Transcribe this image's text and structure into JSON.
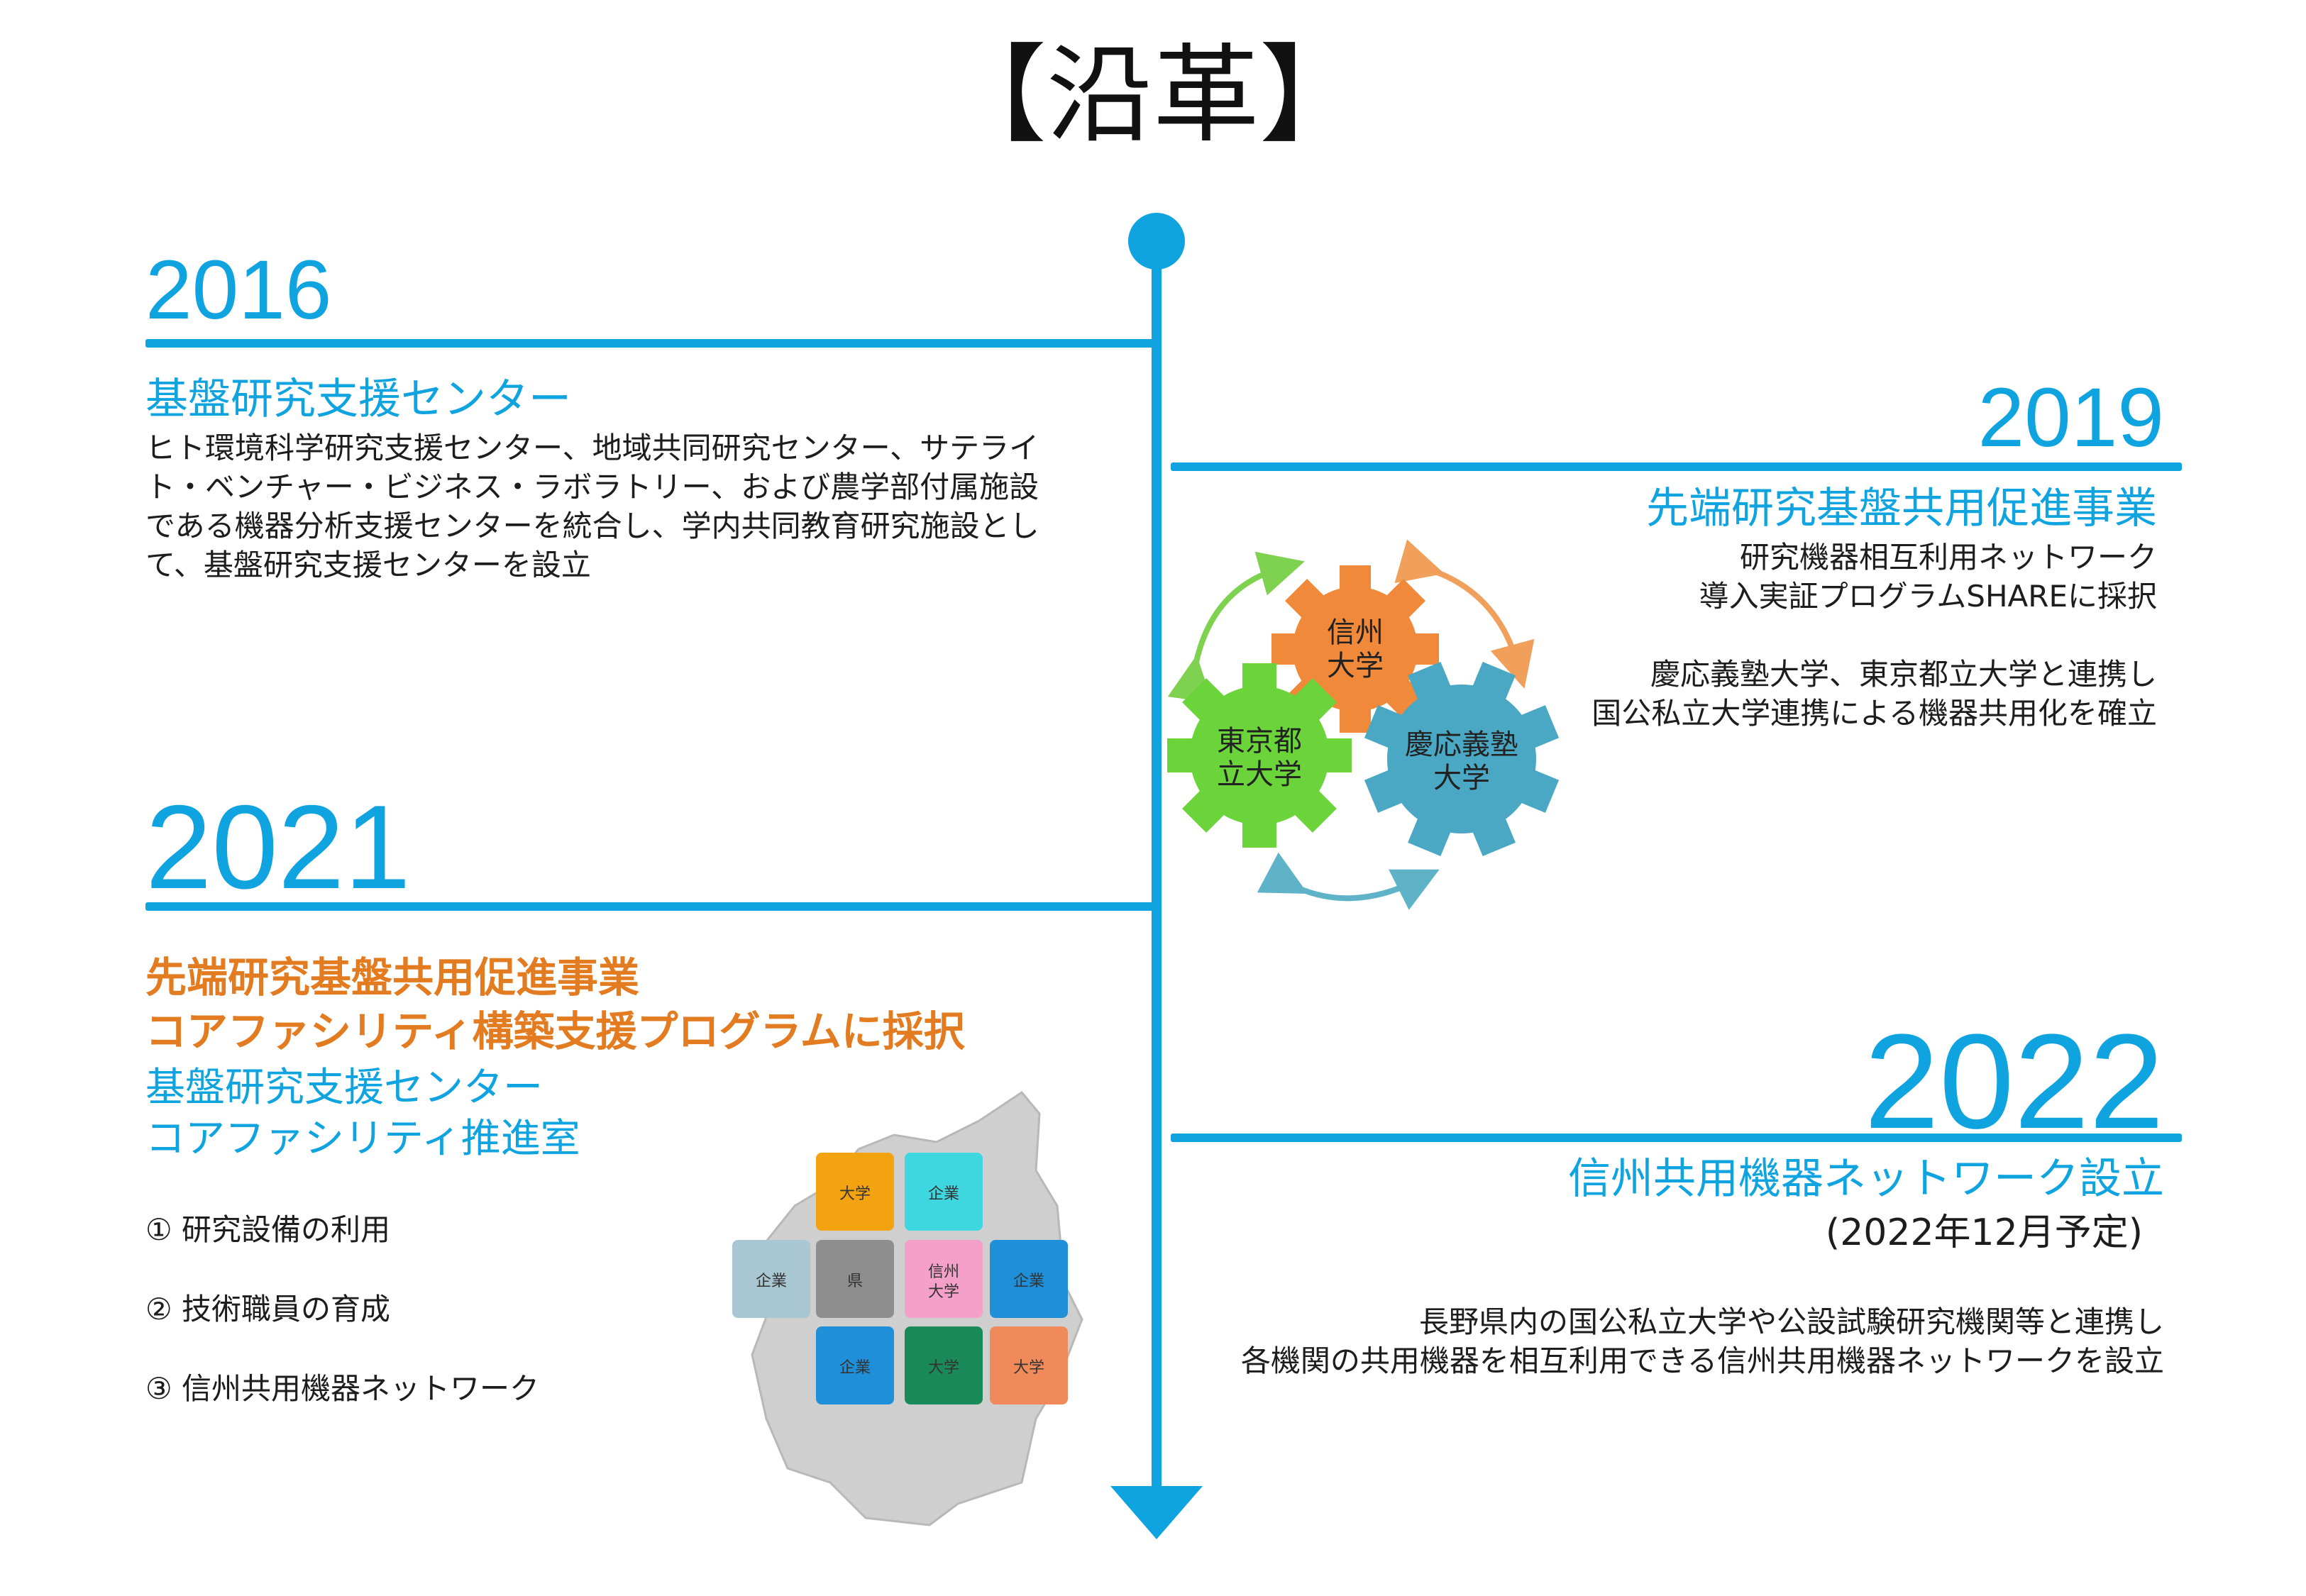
{
  "title": "【沿革】",
  "colors": {
    "accent": "#0fa3e0",
    "orange": "#e37b20",
    "gear_orange": "#f08a3a",
    "gear_green": "#6bd43a",
    "gear_blue": "#4aa8c4"
  },
  "y2016": {
    "year": "2016",
    "heading": "基盤研究支援センター",
    "lines": [
      "ヒト環境科学研究支援センター、地域共同研究センター、サテライ",
      "ト・ベンチャー・ビジネス・ラボラトリー、および農学部付属施設",
      "である機器分析支援センターを統合し、学内共同教育研究施設とし",
      "て、基盤研究支援センターを設立"
    ]
  },
  "y2019": {
    "year": "2019",
    "heading": "先端研究基盤共用促進事業",
    "lines": [
      "研究機器相互利用ネットワーク",
      "導入実証プログラムSHAREに採択",
      "",
      "慶応義塾大学、東京都立大学と連携し",
      "国公私立大学連携による機器共用化を確立"
    ],
    "gears": [
      {
        "line1": "信州",
        "line2": "大学"
      },
      {
        "line1": "東京都",
        "line2": "立大学"
      },
      {
        "line1": "慶応義塾",
        "line2": "大学"
      }
    ]
  },
  "y2021": {
    "year": "2021",
    "orange_line1": "先端研究基盤共用促進事業",
    "orange_line2": "コアファシリティ構築支援プログラムに採択",
    "blue_line1": "基盤研究支援センター",
    "blue_line2": "コアファシリティ推進室",
    "items": [
      "① 研究設備の利用",
      "② 技術職員の育成",
      "③ 信州共用機器ネットワーク"
    ],
    "puzzle": [
      "大学",
      "企業",
      "企業",
      "県",
      "信州",
      "大学",
      "企業",
      "企業",
      "大学",
      "大学"
    ]
  },
  "y2022": {
    "year": "2022",
    "heading": "信州共用機器ネットワーク設立",
    "sub": "(2022年12月予定)",
    "lines": [
      "長野県内の国公私立大学や公設試験研究機関等と連携し",
      "各機関の共用機器を相互利用できる信州共用機器ネットワークを設立"
    ]
  }
}
